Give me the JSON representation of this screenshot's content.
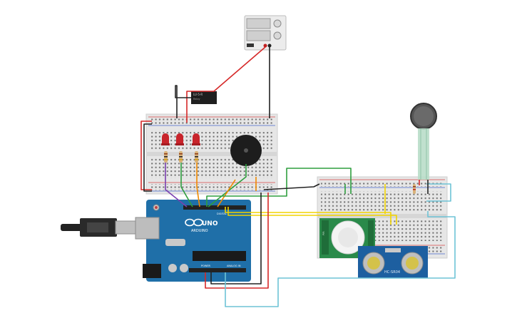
{
  "arduino": {
    "logo_text": "ARDUINO",
    "model_text": "UNO",
    "digital_label": "DIGITAL",
    "power_label": "POWER",
    "analog_label": "ANALOG IN"
  },
  "relay": {
    "label_line1": "LU-5-R",
    "label_line2": "Relay"
  },
  "ultrasonic": {
    "label": "HC-SR04"
  },
  "pir": {
    "label": "PIR"
  },
  "colors": {
    "wire_red": "#d62828",
    "wire_black": "#222222",
    "wire_green": "#2e9e3e",
    "wire_yellow": "#f2d400",
    "wire_orange": "#f08a00",
    "wire_purple": "#7a3fb0",
    "wire_lightblue": "#6ec3d6",
    "arduino_blue": "#1f6fa8",
    "pir_green": "#2a8a4a",
    "ultrasonic_blue": "#1d5fa0",
    "led_red": "#c8242b",
    "breadboard": "#e6e6e6"
  }
}
